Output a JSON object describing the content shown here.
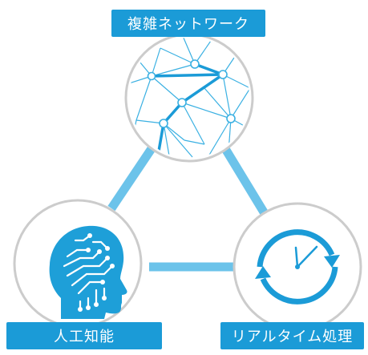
{
  "nodes": {
    "network": {
      "label": "複雑ネットワーク",
      "icon": "network-graph-icon"
    },
    "ai": {
      "label": "人工知能",
      "icon": "ai-head-icon"
    },
    "realtime": {
      "label": "リアルタイム処理",
      "icon": "clock-refresh-icon"
    }
  },
  "colors": {
    "accent": "#1b9bd7",
    "connector": "#6cc3ea",
    "circle_border": "#cccccc",
    "network_lines": "#3ab0e2",
    "ai_head": "#1e9fd8"
  }
}
